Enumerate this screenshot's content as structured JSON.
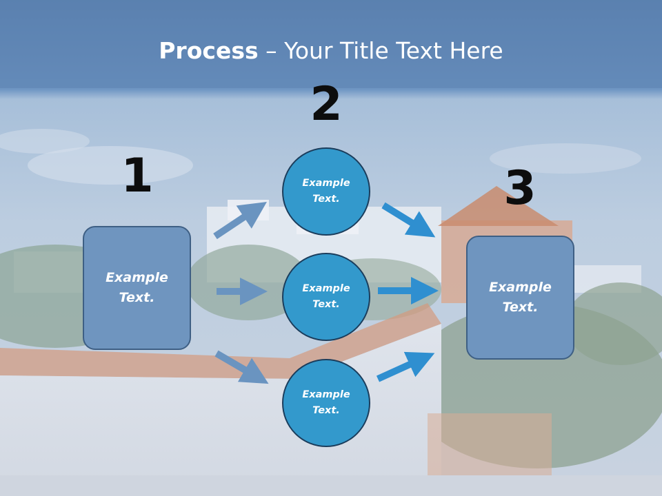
{
  "slide": {
    "title_bold": "Process",
    "title_rest": " – Your Title Text Here",
    "steps": [
      {
        "number": "1",
        "text": "Example Text."
      },
      {
        "number": "2",
        "items": [
          {
            "text": "Example Text."
          },
          {
            "text": "Example Text."
          },
          {
            "text": "Example Text."
          }
        ]
      },
      {
        "number": "3",
        "text": "Example Text."
      }
    ]
  },
  "colors": {
    "header_band": "#5b82b0",
    "box_fill": "#6f95bf",
    "box_border": "#3e5f84",
    "circle_fill": "#3399cc",
    "circle_border": "#1b3d5c",
    "arrow_light": "#6a94c0",
    "arrow_bright": "#2f8fd0"
  }
}
